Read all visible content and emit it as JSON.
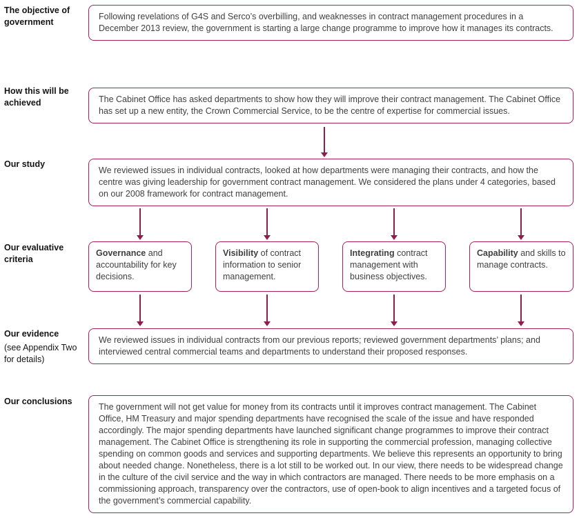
{
  "colors": {
    "box-border": "#a6215c",
    "arrow": "#8e1c50",
    "label-text": "#141414",
    "body-text": "#3f3f3f"
  },
  "labels": {
    "objective": "The objective of government",
    "achieved": "How this will be achieved",
    "study": "Our study",
    "criteria": "Our evaluative criteria",
    "evidence": "Our evidence",
    "evidence_note": "(see Appendix Two for details)",
    "conclusions": "Our conclusions"
  },
  "boxes": {
    "objective": "Following revelations of G4S and Serco’s overbilling, and weaknesses in contract management procedures in a December 2013 review, the government is starting a large change programme to improve how it manages its contracts.",
    "achieved": "The Cabinet Office has asked departments to show how they will improve their contract management. The Cabinet Office has set up a new entity, the Crown Commercial Service, to be the centre of expertise for commercial issues.",
    "study": "We reviewed issues in individual contracts, looked at how departments were managing their contracts, and how the centre was giving leadership for government contract management. We considered the plans under 4 categories, based on our 2008 framework for contract management.",
    "evidence": "We reviewed issues in individual contracts from our previous reports; reviewed government departments’ plans; and interviewed central commercial teams and departments to understand their proposed responses.",
    "conclusions": "The government will not get value for money from its contracts until it improves contract management. The Cabinet Office, HM Treasury and major spending departments have recognised the scale of the issue and have responded accordingly. The major spending departments have launched significant change programmes to improve their contract management. The Cabinet Office is strengthening its role in supporting the commercial profession, managing collective spending on common goods and services and supporting departments. We believe this represents an opportunity to bring about needed change. Nonetheless, there is a lot still to be worked out. In our view, there needs to be widespread change in the culture of the civil service and the way in which contractors are managed. There needs to be more emphasis on a commissioning approach, transparency over the contractors, use of open-book to align incentives and a targeted focus of the government’s commercial capability."
  },
  "criteria": [
    {
      "bold": "Governance",
      "rest": " and accountability for key decisions."
    },
    {
      "bold": "Visibility",
      "rest": " of contract information to senior management."
    },
    {
      "bold": "Integrating",
      "rest": " contract management with business objectives."
    },
    {
      "bold": "Capability",
      "rest": " and skills to manage contracts."
    }
  ]
}
